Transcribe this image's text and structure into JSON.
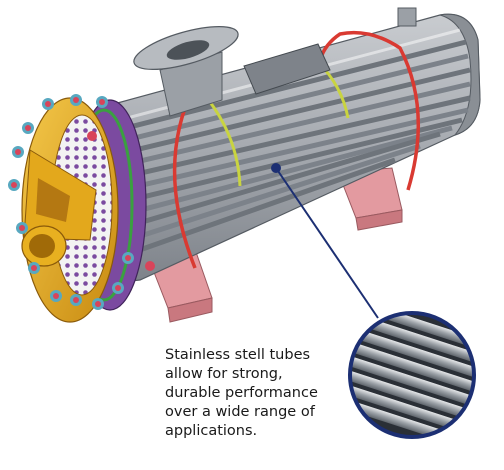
{
  "callout": {
    "text": "Stainless stell tubes\nallow for strong,\ndurable performance\nover a wide range of\napplications."
  },
  "colors": {
    "shell": "#a8acb1",
    "tubes": "#8e949a",
    "saddle_band": "#d93a32",
    "support": "#e39aa0",
    "channel_head": "#e8b020",
    "tube_sheet": "#7b4aa0",
    "baffle": "#c9d440",
    "leader_line": "#1c2f73",
    "bolt": "#d8445a",
    "nut": "#58a8c0"
  },
  "icons": [
    "shell-and-tube-heat-exchanger",
    "magnifier-inset"
  ]
}
